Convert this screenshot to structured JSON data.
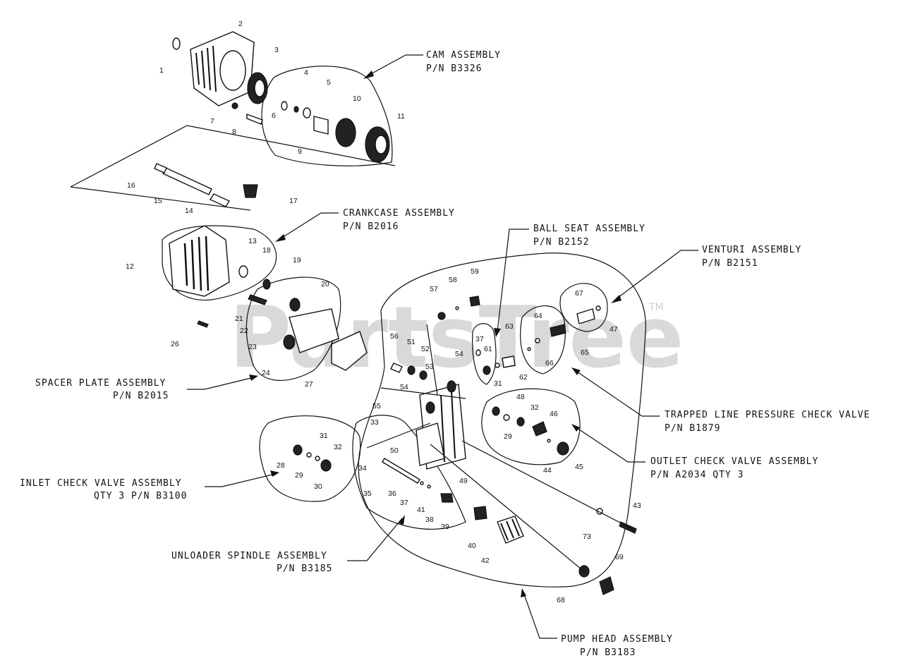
{
  "watermark": "PartsTree",
  "trademark": "TM",
  "assemblies": [
    {
      "id": "cam",
      "name": "CAM ASSEMBLY",
      "pn": "P/N  B3326"
    },
    {
      "id": "crankcase",
      "name": "CRANKCASE ASSEMBLY",
      "pn": "P/N  B2016"
    },
    {
      "id": "ballseat",
      "name": "BALL SEAT ASSEMBLY",
      "pn": "P/N  B2152"
    },
    {
      "id": "venturi",
      "name": "VENTURI ASSEMBLY",
      "pn": "P/N  B2151"
    },
    {
      "id": "spacer",
      "name": "SPACER PLATE ASSEMBLY",
      "pn": "P/N  B2015"
    },
    {
      "id": "trapped",
      "name": "TRAPPED LINE PRESSURE CHECK VALVE",
      "pn": "P/N  B1879"
    },
    {
      "id": "outlet",
      "name": "OUTLET CHECK VALVE ASSEMBLY",
      "pn": "P/N  A2034  QTY 3"
    },
    {
      "id": "inlet",
      "name": "INLET CHECK VALVE ASSEMBLY",
      "pn": "QTY 3  P/N B3100"
    },
    {
      "id": "unloader",
      "name": "UNLOADER SPINDLE ASSEMBLY",
      "pn": "P/N  B3185"
    },
    {
      "id": "pumphead",
      "name": "PUMP HEAD ASSEMBLY",
      "pn": "P/N  B3183"
    }
  ],
  "part_numbers": [
    "1",
    "2",
    "3",
    "4",
    "5",
    "6",
    "7",
    "8",
    "9",
    "10",
    "11",
    "12",
    "13",
    "14",
    "15",
    "16",
    "17",
    "18",
    "19",
    "20",
    "21",
    "22",
    "23",
    "24",
    "26",
    "27",
    "28",
    "29",
    "30",
    "31",
    "32",
    "33",
    "34",
    "35",
    "36",
    "37",
    "38",
    "39",
    "40",
    "41",
    "42",
    "43",
    "44",
    "45",
    "46",
    "47",
    "48",
    "49",
    "50",
    "51",
    "52",
    "53",
    "54",
    "55",
    "56",
    "57",
    "58",
    "59",
    "61",
    "62",
    "63",
    "64",
    "65",
    "66",
    "67",
    "68",
    "69",
    "73"
  ],
  "extra_labels": [
    "29",
    "31",
    "32",
    "37",
    "54"
  ]
}
